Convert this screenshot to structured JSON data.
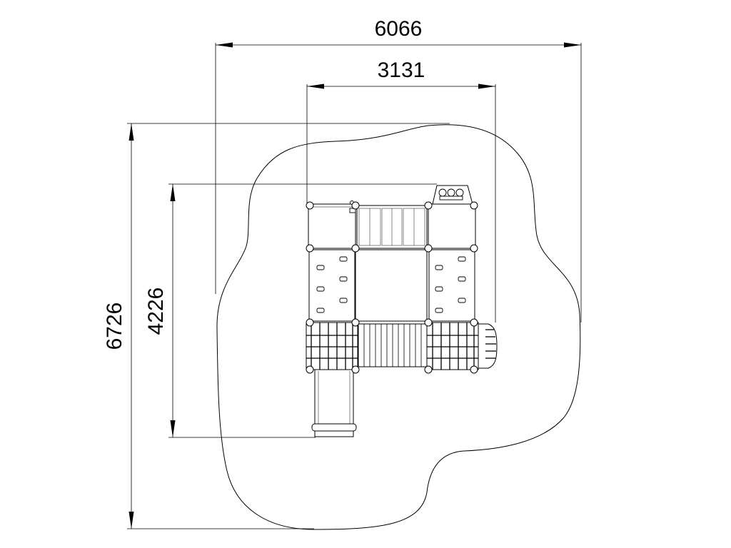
{
  "dimensions": {
    "overall_width": "6066",
    "structure_width": "3131",
    "overall_depth": "6726",
    "structure_depth": "4226"
  }
}
